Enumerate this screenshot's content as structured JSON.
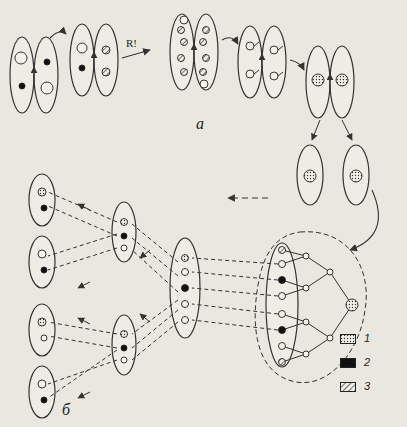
{
  "diagram": {
    "labels": [
      "R!",
      "а",
      "б"
    ],
    "legend": [
      {
        "text": "1"
      },
      {
        "text": "2",
        "color": "#111111"
      },
      {
        "text": "3"
      }
    ]
  }
}
